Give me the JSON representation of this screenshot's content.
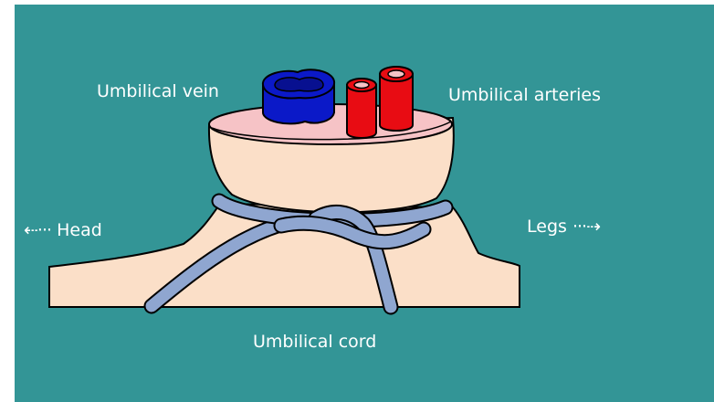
{
  "labels": {
    "vein": "Umbilical vein",
    "arteries": "Umbilical arteries",
    "head": "Head",
    "legs": "Legs",
    "cord": "Umbilical cord"
  },
  "icons": {
    "head_arrow": "left-dotted-arrow-icon",
    "legs_arrow": "right-dotted-arrow-icon"
  },
  "colors": {
    "background": "#339596",
    "skin": "#fbdfc8",
    "cut_surface": "#f6c3c6",
    "vein": "#0b19c8",
    "artery": "#e80c13",
    "cord_tie": "#8fa6d0",
    "outline": "#000000",
    "text": "#ffffff"
  }
}
